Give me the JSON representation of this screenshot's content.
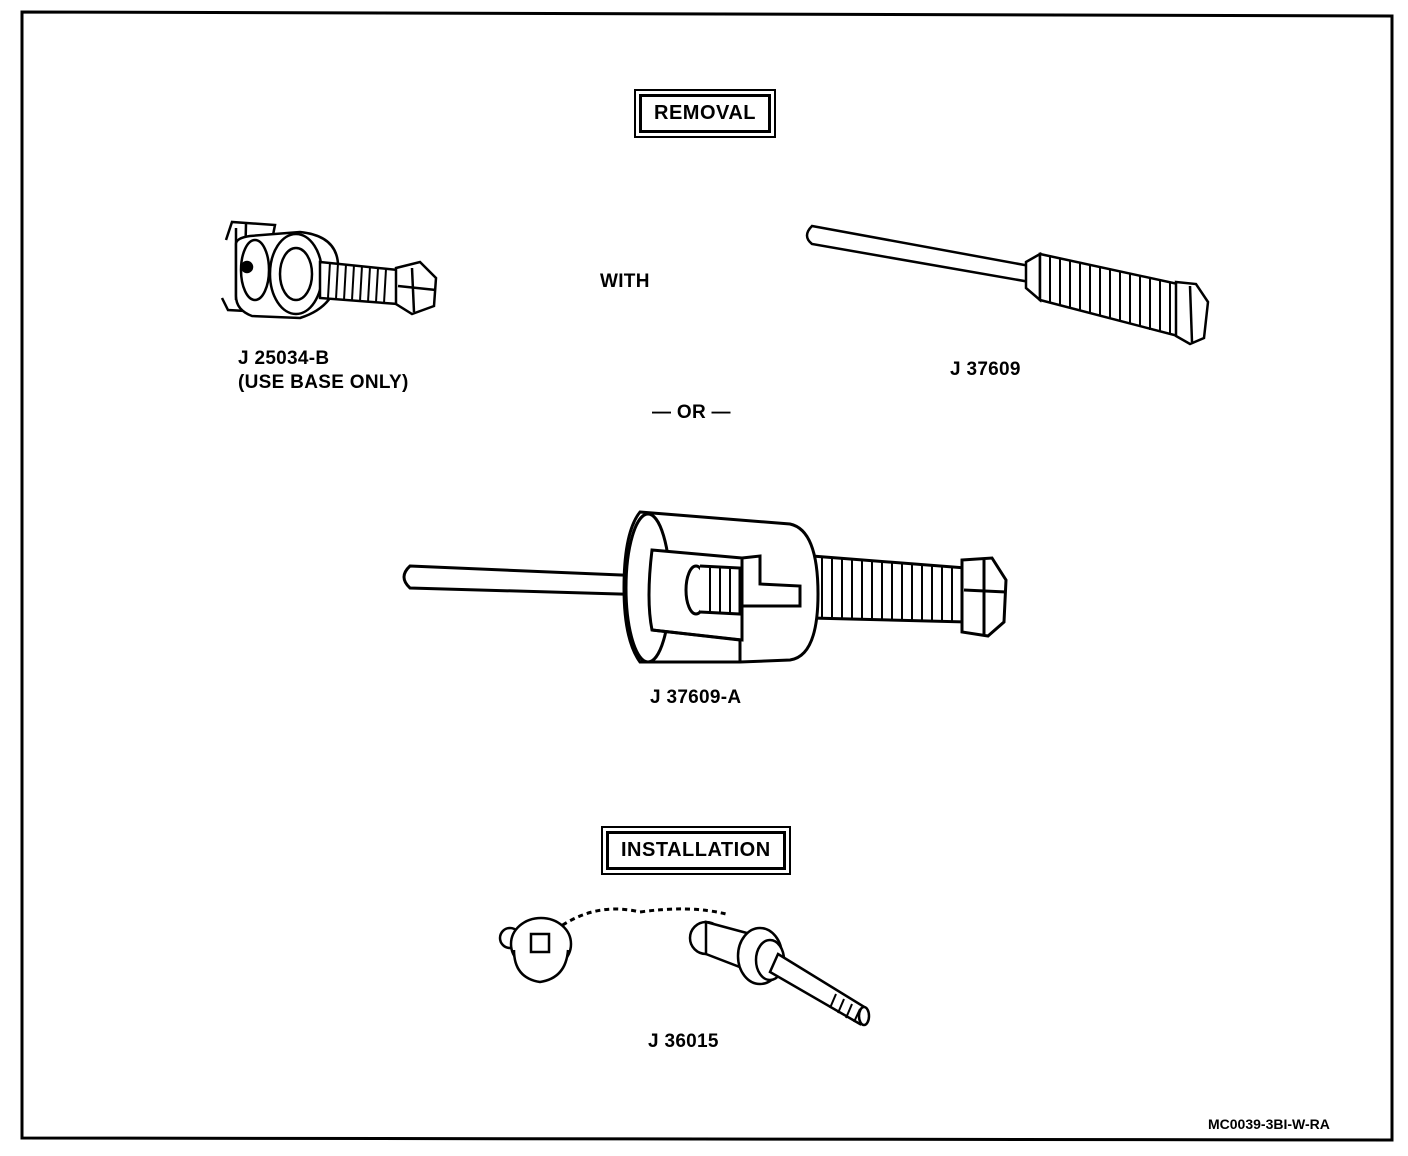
{
  "sections": {
    "removal": "REMOVAL",
    "installation": "INSTALLATION"
  },
  "connectors": {
    "with": "WITH",
    "or": "— OR —"
  },
  "tools": {
    "base_tool": {
      "number": "J 25034-B",
      "note": "(USE BASE ONLY)"
    },
    "slide_rod": {
      "number": "J 37609"
    },
    "combined_puller": {
      "number": "J 37609-A"
    },
    "installer": {
      "number": "J 36015"
    }
  },
  "figure_code": "MC0039-3BI-W-RA"
}
